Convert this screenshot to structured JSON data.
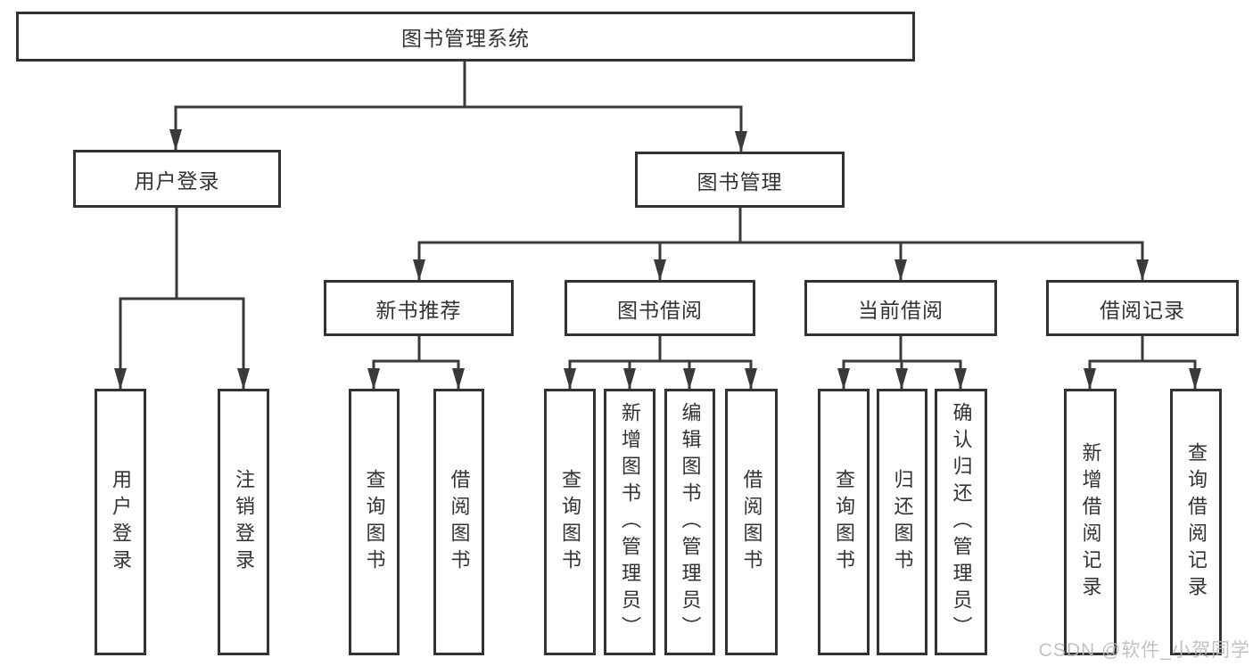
{
  "diagram": {
    "root": {
      "label": "图书管理系统"
    },
    "branches": [
      {
        "label": "用户登录",
        "children": [
          {
            "label": "用户登录"
          },
          {
            "label": "注销登录"
          }
        ]
      },
      {
        "label": "图书管理",
        "children": [
          {
            "label": "新书推荐",
            "children": [
              {
                "label": "查询图书"
              },
              {
                "label": "借阅图书"
              }
            ]
          },
          {
            "label": "图书借阅",
            "children": [
              {
                "label": "查询图书"
              },
              {
                "label": "新增图书（管理员）"
              },
              {
                "label": "编辑图书（管理员）"
              },
              {
                "label": "借阅图书"
              }
            ]
          },
          {
            "label": "当前借阅",
            "children": [
              {
                "label": "查询图书"
              },
              {
                "label": "归还图书"
              },
              {
                "label": "确认归还（管理员）"
              }
            ]
          },
          {
            "label": "借阅记录",
            "children": [
              {
                "label": "新增借阅记录"
              },
              {
                "label": "查询借阅记录"
              }
            ]
          }
        ]
      }
    ]
  },
  "watermark": {
    "text": "CSDN @软件_小贺同学"
  },
  "colors": {
    "line": "#3a3a3a",
    "box_border": "#333333",
    "text": "#333333",
    "watermark": "#b9bcbe",
    "background": "#ffffff"
  }
}
